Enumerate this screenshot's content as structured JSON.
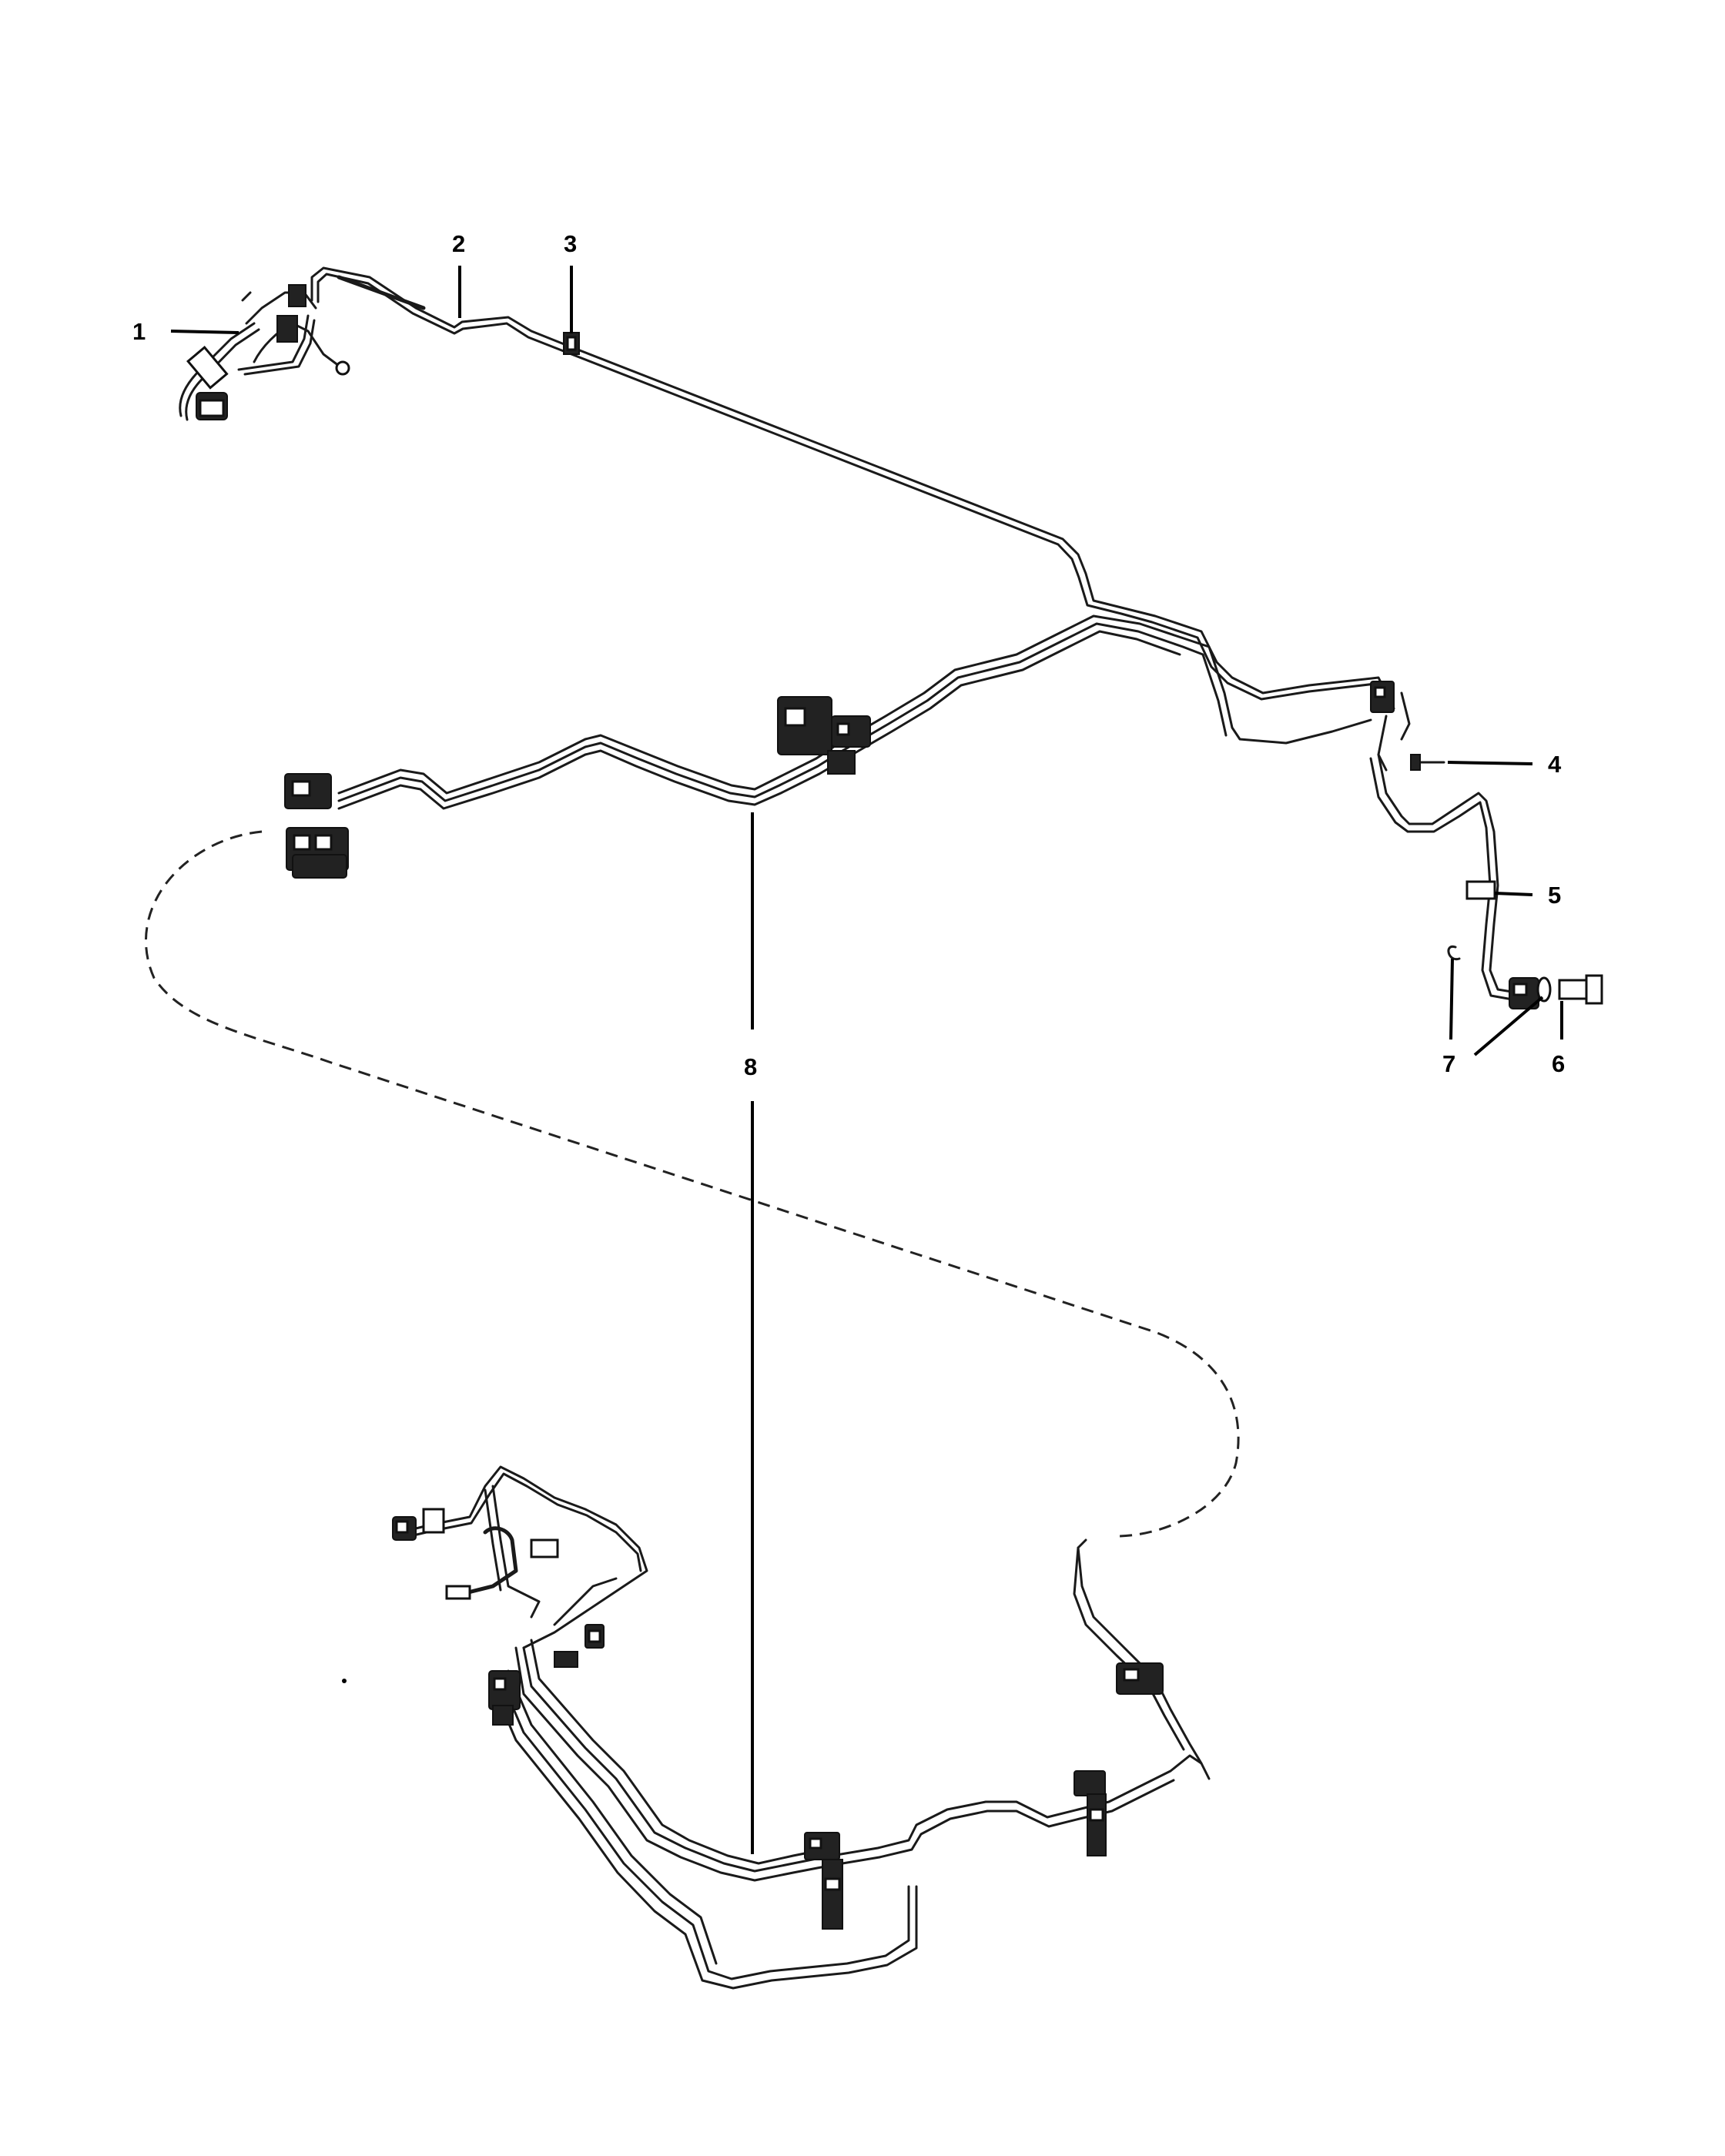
{
  "diagram": {
    "type": "exploded-parts-diagram",
    "colors": {
      "line": "#000000",
      "background": "#ffffff"
    },
    "callouts": [
      {
        "id": "1",
        "label": "1"
      },
      {
        "id": "2",
        "label": "2"
      },
      {
        "id": "3",
        "label": "3"
      },
      {
        "id": "4",
        "label": "4"
      },
      {
        "id": "5",
        "label": "5"
      },
      {
        "id": "6",
        "label": "6"
      },
      {
        "id": "7",
        "label": "7"
      },
      {
        "id": "8",
        "label": "8"
      }
    ]
  }
}
